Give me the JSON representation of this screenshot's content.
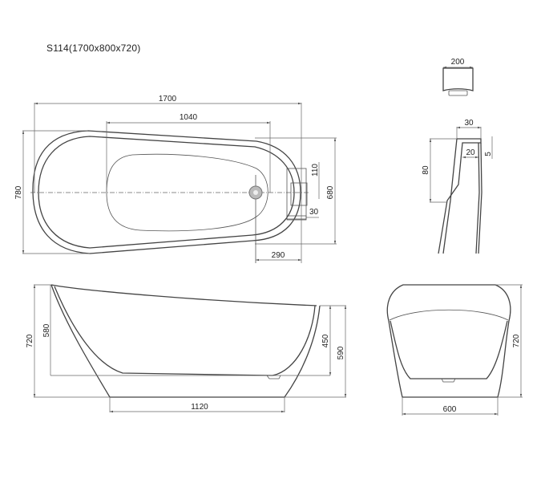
{
  "title": "S114(1700x800x720)",
  "views": {
    "top_plan": {
      "dims": {
        "overall_length": "1700",
        "inner_length": "1040",
        "overall_width": "780",
        "foot_width": "680",
        "overflow_height": "110",
        "overflow_offset": "30",
        "drain_offset": "290"
      }
    },
    "headrest_detail": {
      "dims": {
        "width": "200"
      }
    },
    "rim_section": {
      "dims": {
        "rim_width": "30",
        "inner_width": "20",
        "lip": "5",
        "depth": "80"
      }
    },
    "side_elevation": {
      "dims": {
        "overall_height": "720",
        "inner_depth_head": "580",
        "inner_depth_foot": "450",
        "foot_end_height": "590",
        "base_length": "1120"
      }
    },
    "end_elevation": {
      "dims": {
        "height": "720",
        "base_width": "600"
      }
    }
  }
}
